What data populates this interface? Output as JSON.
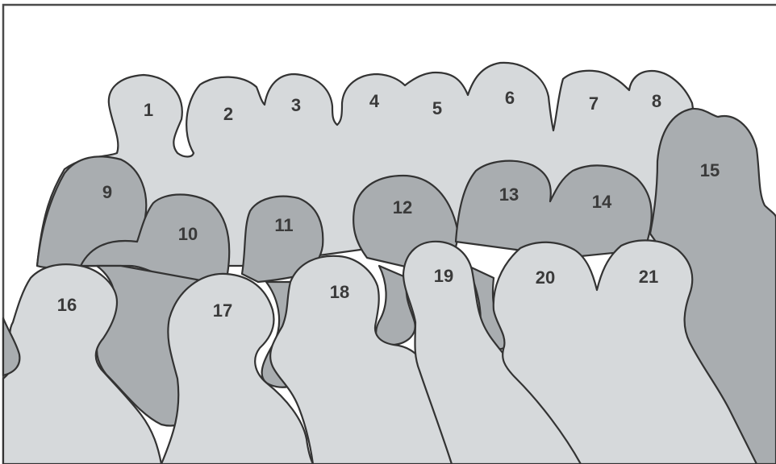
{
  "colors": {
    "background": "#ffffff",
    "light_fill": "#d6d9db",
    "dark_fill": "#a9adb0",
    "outline": "#333333",
    "label": "#3a3a3a"
  },
  "regions": [
    {
      "id": "r1",
      "label": "1",
      "shade": "light"
    },
    {
      "id": "r2",
      "label": "2",
      "shade": "light"
    },
    {
      "id": "r3",
      "label": "3",
      "shade": "light"
    },
    {
      "id": "r4",
      "label": "4",
      "shade": "light"
    },
    {
      "id": "r5",
      "label": "5",
      "shade": "light"
    },
    {
      "id": "r6",
      "label": "6",
      "shade": "light"
    },
    {
      "id": "r7",
      "label": "7",
      "shade": "light"
    },
    {
      "id": "r8",
      "label": "8",
      "shade": "light"
    },
    {
      "id": "r9",
      "label": "9",
      "shade": "dark"
    },
    {
      "id": "r10",
      "label": "10",
      "shade": "dark"
    },
    {
      "id": "r11",
      "label": "11",
      "shade": "dark"
    },
    {
      "id": "r12",
      "label": "12",
      "shade": "dark"
    },
    {
      "id": "r13",
      "label": "13",
      "shade": "dark"
    },
    {
      "id": "r14",
      "label": "14",
      "shade": "dark"
    },
    {
      "id": "r15",
      "label": "15",
      "shade": "dark"
    },
    {
      "id": "r16",
      "label": "16",
      "shade": "light"
    },
    {
      "id": "r17",
      "label": "17",
      "shade": "light"
    },
    {
      "id": "r18",
      "label": "18",
      "shade": "light"
    },
    {
      "id": "r19",
      "label": "19",
      "shade": "light"
    },
    {
      "id": "r20",
      "label": "20",
      "shade": "light"
    },
    {
      "id": "r21",
      "label": "21",
      "shade": "light"
    }
  ]
}
